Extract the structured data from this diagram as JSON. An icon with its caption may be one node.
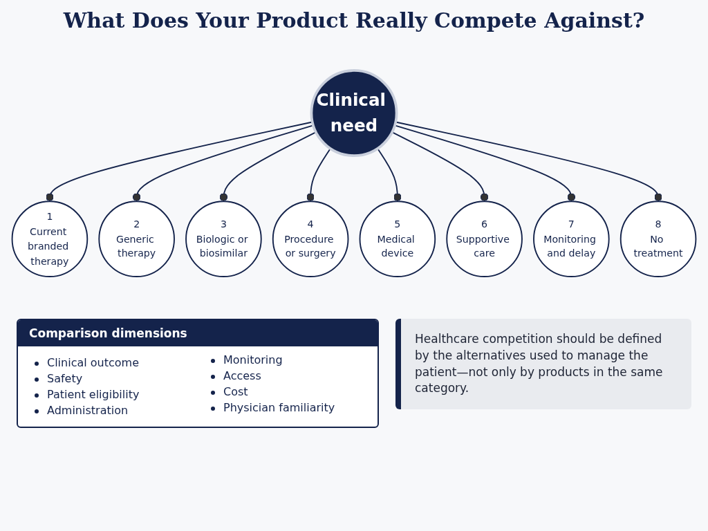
{
  "diagram": {
    "title": "What Does Your Product Really Compete Against?",
    "nodes": [
      {
        "text": [
          "Clinical need"
        ]
      },
      {
        "text": [
          "1",
          "Current branded therapy"
        ]
      },
      {
        "text": [
          "2",
          "Generic therapy"
        ]
      },
      {
        "text": [
          "3",
          "Biologic or biosimilar"
        ]
      },
      {
        "text": [
          "4",
          "Procedure or surgery"
        ]
      },
      {
        "text": [
          "5",
          "Medical device"
        ]
      },
      {
        "text": [
          "6",
          "Supportive care"
        ]
      },
      {
        "text": [
          "7",
          "Monitoring and delay"
        ]
      },
      {
        "text": [
          "8",
          "No treatment"
        ]
      },
      {
        "text": [
          "Comparison dimensions",
          "Clinical outcome",
          "Safety",
          "Patient eligibility",
          "Administration",
          "Monitoring",
          "Access",
          "Cost",
          "Physician familiarity"
        ]
      },
      {
        "text": [
          "Healthcare competition should be defined by the alternatives used to manage the patient—not only by products in the same category."
        ]
      }
    ],
    "edges": [
      {
        "from": 0,
        "to": 1,
        "arrow": "other"
      },
      {
        "from": 0,
        "to": 2,
        "arrow": "other"
      },
      {
        "from": 0,
        "to": 3,
        "arrow": "other"
      },
      {
        "from": 0,
        "to": 4,
        "arrow": "other"
      },
      {
        "from": 0,
        "to": 5,
        "arrow": "other"
      },
      {
        "from": 0,
        "to": 6,
        "arrow": "other"
      },
      {
        "from": 0,
        "to": 7,
        "arrow": "other"
      },
      {
        "from": 0,
        "to": 8,
        "arrow": "other"
      }
    ]
  }
}
